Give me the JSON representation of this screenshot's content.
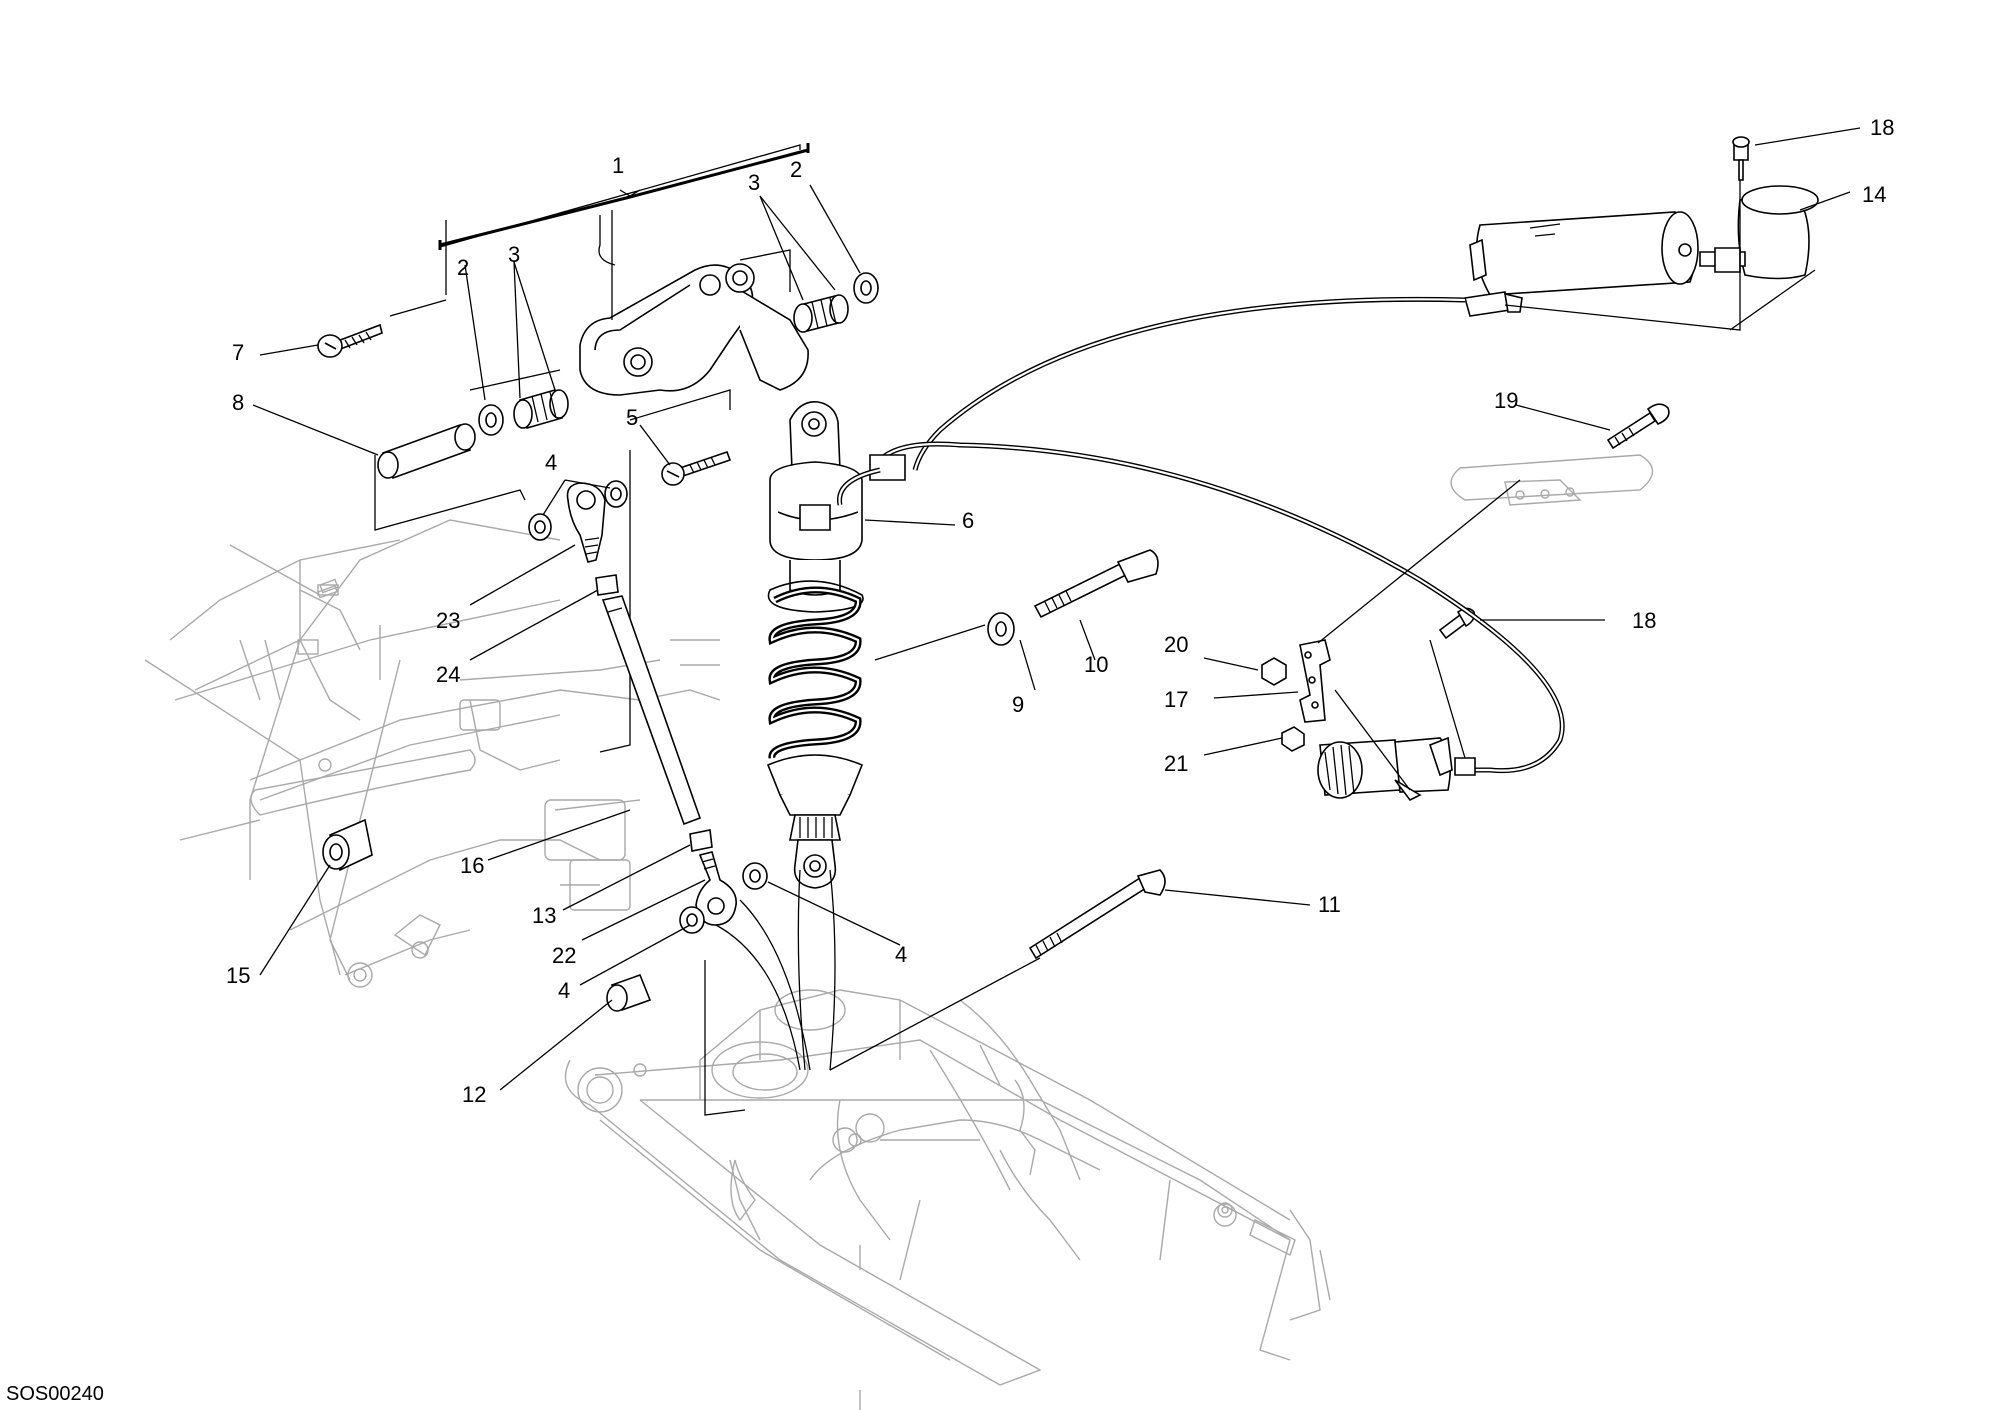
{
  "diagram": {
    "code": "SOS00240",
    "callouts": [
      {
        "id": "c1",
        "text": "1"
      },
      {
        "id": "c2a",
        "text": "2"
      },
      {
        "id": "c2b",
        "text": "2"
      },
      {
        "id": "c3a",
        "text": "3"
      },
      {
        "id": "c3b",
        "text": "3"
      },
      {
        "id": "c4a",
        "text": "4"
      },
      {
        "id": "c4b",
        "text": "4"
      },
      {
        "id": "c4c",
        "text": "4"
      },
      {
        "id": "c5",
        "text": "5"
      },
      {
        "id": "c6",
        "text": "6"
      },
      {
        "id": "c7",
        "text": "7"
      },
      {
        "id": "c8",
        "text": "8"
      },
      {
        "id": "c9",
        "text": "9"
      },
      {
        "id": "c10",
        "text": "10"
      },
      {
        "id": "c11",
        "text": "11"
      },
      {
        "id": "c12",
        "text": "12"
      },
      {
        "id": "c13",
        "text": "13"
      },
      {
        "id": "c14",
        "text": "14"
      },
      {
        "id": "c15",
        "text": "15"
      },
      {
        "id": "c16",
        "text": "16"
      },
      {
        "id": "c17",
        "text": "17"
      },
      {
        "id": "c18a",
        "text": "18"
      },
      {
        "id": "c18b",
        "text": "18"
      },
      {
        "id": "c19",
        "text": "19"
      },
      {
        "id": "c20",
        "text": "20"
      },
      {
        "id": "c21",
        "text": "21"
      },
      {
        "id": "c22",
        "text": "22"
      },
      {
        "id": "c23",
        "text": "23"
      },
      {
        "id": "c24",
        "text": "24"
      }
    ]
  }
}
